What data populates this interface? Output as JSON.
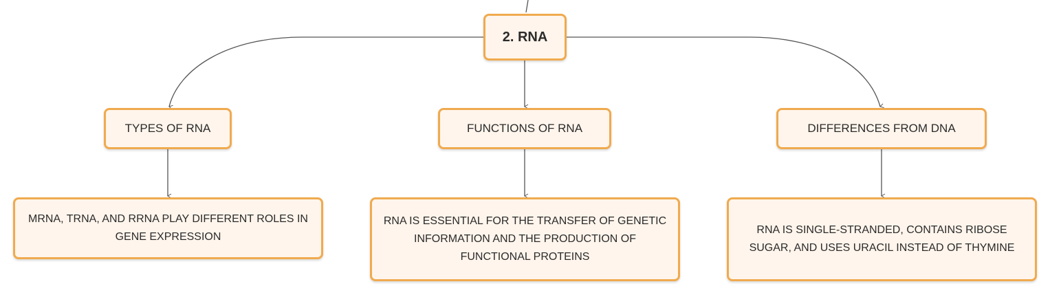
{
  "colors": {
    "node_fill": "#fff5ec",
    "node_border": "#f0aa4e",
    "connector": "#555555",
    "text": "#2b2b2b"
  },
  "root": {
    "label": "2. RNA"
  },
  "categories": [
    {
      "label": "TYPES OF RNA"
    },
    {
      "label": "FUNCTIONS OF RNA"
    },
    {
      "label": "DIFFERENCES FROM DNA"
    }
  ],
  "details": [
    {
      "text": "MRNA, TRNA, AND RRNA PLAY DIFFERENT ROLES IN GENE EXPRESSION"
    },
    {
      "text": "RNA IS ESSENTIAL FOR THE TRANSFER OF GENETIC INFORMATION AND THE PRODUCTION OF FUNCTIONAL PROTEINS"
    },
    {
      "text": "RNA IS SINGLE-STRANDED, CONTAINS RIBOSE SUGAR, AND USES URACIL INSTEAD OF THYMINE"
    }
  ]
}
